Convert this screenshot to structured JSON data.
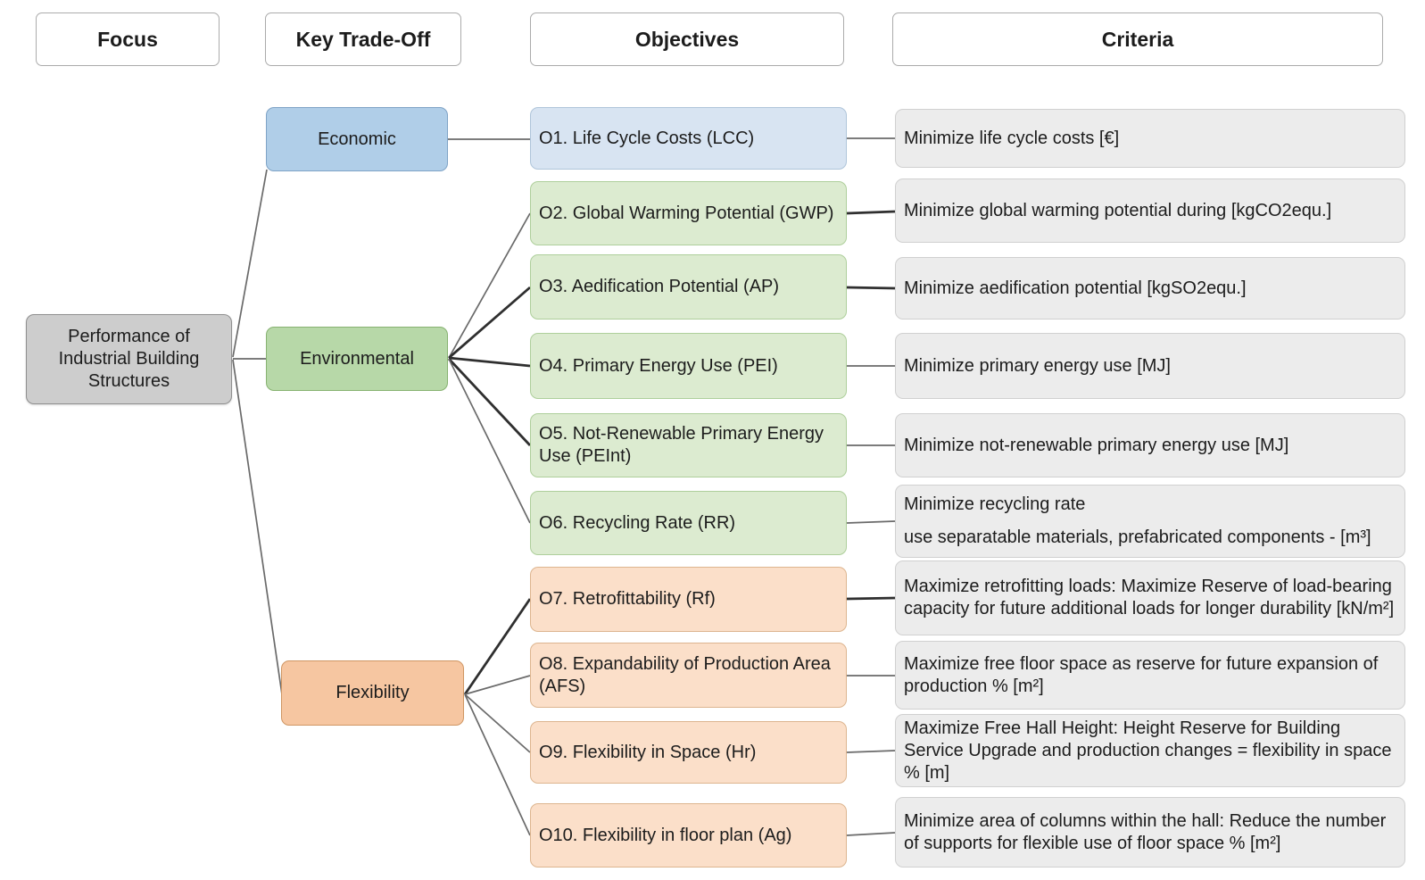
{
  "headers": {
    "focus": "Focus",
    "tradeoff": "Key Trade-Off",
    "objectives": "Objectives",
    "criteria": "Criteria"
  },
  "focus": {
    "label": "Performance of Industrial Building Structures"
  },
  "tradeoffs": [
    {
      "label": "Economic"
    },
    {
      "label": "Environmental"
    },
    {
      "label": "Flexibility"
    }
  ],
  "objectives": [
    {
      "label": "O1. Life Cycle Costs (LCC)",
      "criteria": "Minimize life cycle costs [€]"
    },
    {
      "label": "O2. Global Warming Potential (GWP)",
      "criteria": "Minimize global warming potential during [kgCO2equ.]"
    },
    {
      "label": "O3. Aedification Potential (AP)",
      "criteria": "Minimize aedification potential [kgSO2equ.]"
    },
    {
      "label": "O4. Primary Energy Use (PEI)",
      "criteria": "Minimize primary energy use [MJ]"
    },
    {
      "label": "O5. Not-Renewable Primary Energy Use (PEInt)",
      "criteria": "Minimize not-renewable primary energy use [MJ]"
    },
    {
      "label": "O6. Recycling Rate (RR)",
      "criteria": "Minimize recycling rate\nuse separatable materials, prefabricated components - [m³]"
    },
    {
      "label": "O7. Retrofittability (Rf)",
      "criteria": "Maximize retrofitting loads: Maximize Reserve of load-bearing capacity for future additional loads for longer durability [kN/m²]"
    },
    {
      "label": "O8. Expandability of Production Area (AFS)",
      "criteria": "Maximize free floor space as reserve for future expansion of production % [m²]"
    },
    {
      "label": "O9. Flexibility in Space (Hr)",
      "criteria": "Maximize Free Hall Height: Height Reserve for Building Service Upgrade and production changes = flexibility in space % [m]"
    },
    {
      "label": "O10. Flexibility in floor plan (Ag)",
      "criteria": "Minimize area of columns within the hall: Reduce the number of supports for flexible use of floor space % [m²]"
    }
  ],
  "colors": {
    "blue": "#b0cee8",
    "blue-light": "#d8e4f2",
    "green": "#b7d8a8",
    "green-light": "#dcebd0",
    "orange": "#f6c6a1",
    "orange-light": "#fbdfc9",
    "gray": "#cdcdcd",
    "criteria-bg": "#ececec",
    "text": "#1c1c1c"
  }
}
